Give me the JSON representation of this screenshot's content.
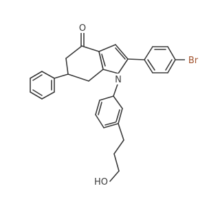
{
  "molecule": {
    "atoms": {
      "oxygen_carbonyl": "O",
      "nitrogen": "N",
      "bromine": "Br",
      "hydroxyl": "HO"
    },
    "colors": {
      "bond": "#3a3a3a",
      "text": "#3a3a3a",
      "bromine": "#a0522d",
      "background": "#ffffff"
    }
  }
}
